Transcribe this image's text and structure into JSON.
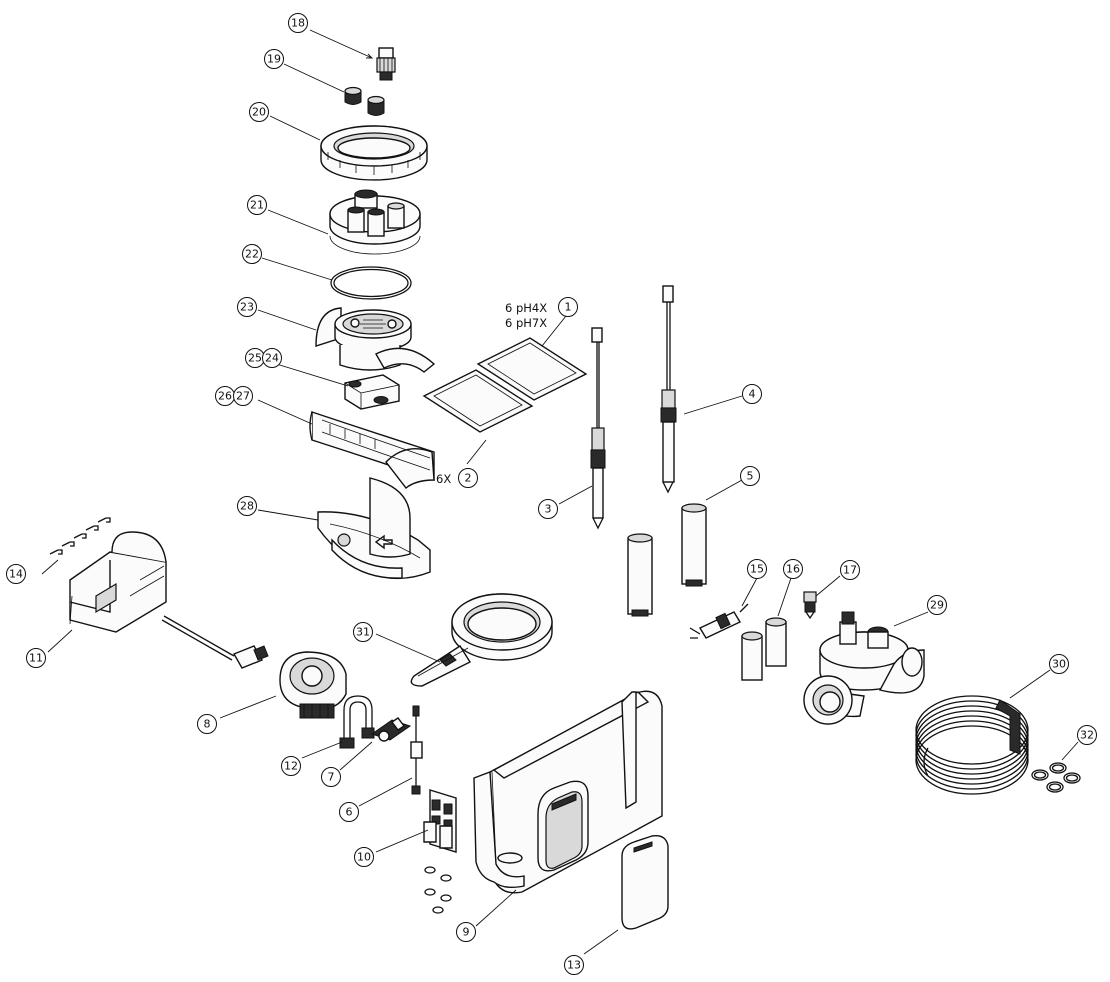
{
  "callouts": [
    {
      "id": "c1",
      "label": "1"
    },
    {
      "id": "c2",
      "label": "2"
    },
    {
      "id": "c3",
      "label": "3"
    },
    {
      "id": "c4",
      "label": "4"
    },
    {
      "id": "c5",
      "label": "5"
    },
    {
      "id": "c6",
      "label": "6"
    },
    {
      "id": "c7",
      "label": "7"
    },
    {
      "id": "c8",
      "label": "8"
    },
    {
      "id": "c9",
      "label": "9"
    },
    {
      "id": "c10",
      "label": "10"
    },
    {
      "id": "c11",
      "label": "11"
    },
    {
      "id": "c12",
      "label": "12"
    },
    {
      "id": "c13",
      "label": "13"
    },
    {
      "id": "c14",
      "label": "14"
    },
    {
      "id": "c15",
      "label": "15"
    },
    {
      "id": "c16",
      "label": "16"
    },
    {
      "id": "c17",
      "label": "17"
    },
    {
      "id": "c18",
      "label": "18"
    },
    {
      "id": "c19",
      "label": "19"
    },
    {
      "id": "c20",
      "label": "20"
    },
    {
      "id": "c21",
      "label": "21"
    },
    {
      "id": "c22",
      "label": "22"
    },
    {
      "id": "c23",
      "label": "23"
    },
    {
      "id": "c24",
      "label": "24"
    },
    {
      "id": "c25",
      "label": "25"
    },
    {
      "id": "c26",
      "label": "26"
    },
    {
      "id": "c27",
      "label": "27"
    },
    {
      "id": "c28",
      "label": "28"
    },
    {
      "id": "c29",
      "label": "29"
    },
    {
      "id": "c30",
      "label": "30"
    },
    {
      "id": "c31",
      "label": "31"
    },
    {
      "id": "c32",
      "label": "32"
    }
  ],
  "notes": {
    "buffer_ph4": "6 pH4X",
    "buffer_ph7": "6 pH7X",
    "sachet_qty": "6X"
  }
}
